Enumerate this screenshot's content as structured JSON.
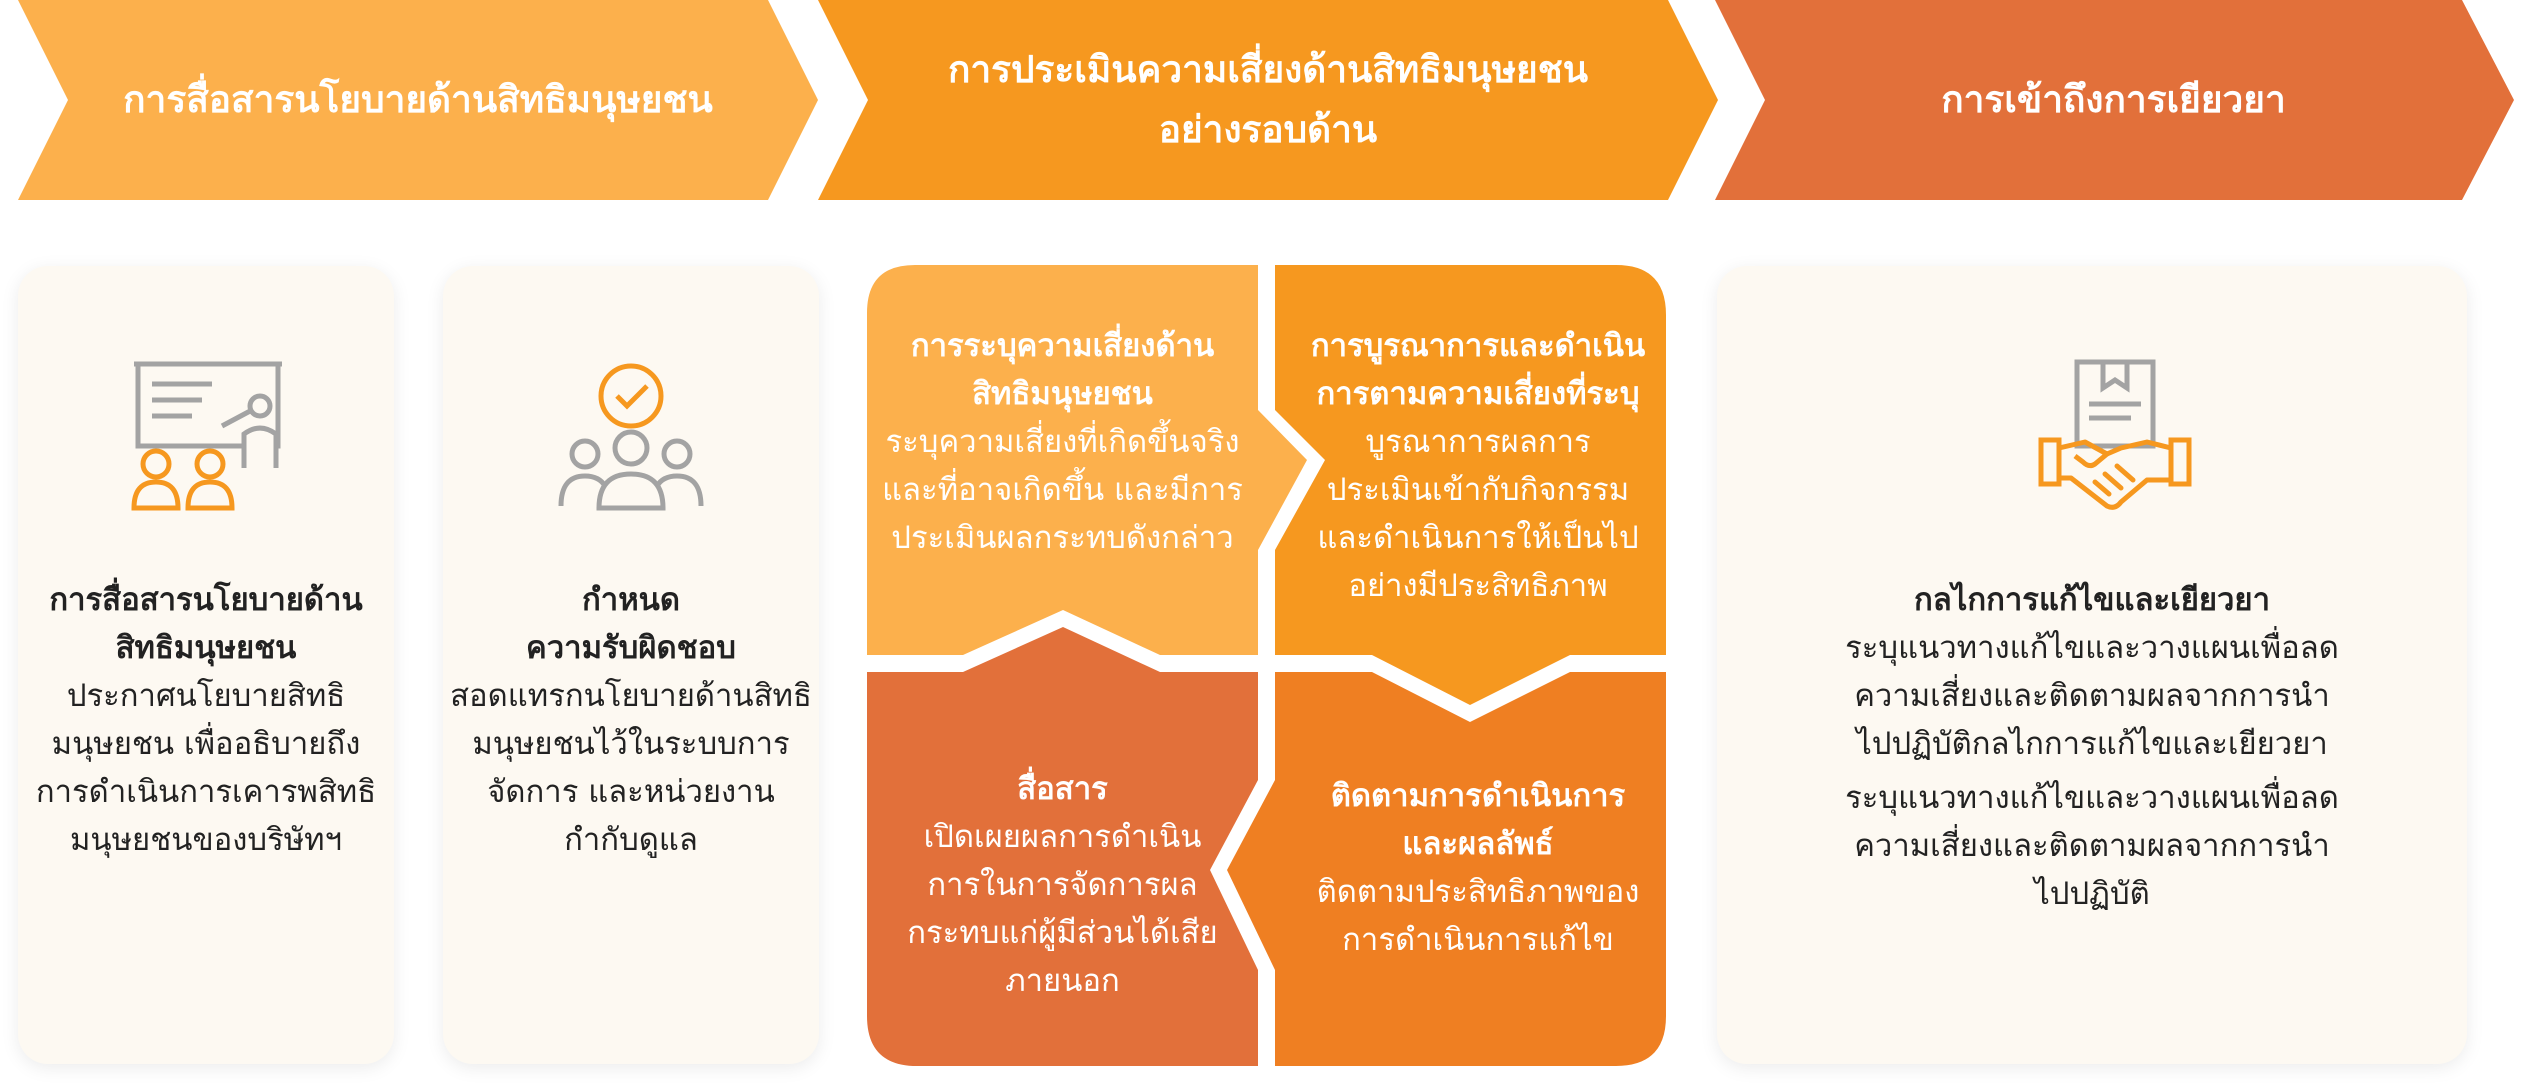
{
  "colors": {
    "light_orange": "#fcb04c",
    "mid_orange": "#f6981f",
    "deep_orange": "#e2703a",
    "bright_orange": "#ef7f22",
    "card_bg": "#fdf9f2",
    "icon_gray": "#a3a3a3"
  },
  "stages": [
    {
      "line1": "การสื่อสารนโยบายด้านสิทธิมนุษยชน",
      "line2": ""
    },
    {
      "line1": "การประเมินความเสี่ยงด้านสิทธิมนุษยชน",
      "line2": "อย่างรอบด้าน"
    },
    {
      "line1": "การเข้าถึงการเยียวยา",
      "line2": ""
    }
  ],
  "cards": [
    {
      "icon": "presentation-icon",
      "title_lines": [
        "การสื่อสารนโยบายด้าน",
        "สิทธิมนุษยชน"
      ],
      "desc_lines": [
        "ประกาศนโยบายสิทธิ",
        "มนุษยชน เพื่ออธิบายถึง",
        "การดำเนินการเคารพสิทธิ",
        "มนุษยชนของบริษัทฯ"
      ]
    },
    {
      "icon": "team-check-icon",
      "title_lines": [
        "กำหนด",
        "ความรับผิดชอบ"
      ],
      "desc_lines": [
        "สอดแทรกนโยบายด้านสิทธิ",
        "มนุษยชนไว้ในระบบการ",
        "จัดการ และหน่วยงาน",
        "กำกับดูแล"
      ]
    },
    {
      "icon": "handshake-document-icon",
      "title_lines": [
        "กลไกการแก้ไขและเยียวยา"
      ],
      "desc_lines": [
        "ระบุแนวทางแก้ไขและวางแผนเพื่อลด",
        "ความเสี่ยงและติดตามผลจากการนำ",
        "ไปปฏิบัติกลไกการแก้ไขและเยียวยา"
      ],
      "desc2_lines": [
        "ระบุแนวทางแก้ไขและวางแผนเพื่อลด",
        "ความเสี่ยงและติดตามผลจากการนำ",
        "ไปปฏิบัติ"
      ]
    }
  ],
  "cycle": [
    {
      "title_lines": [
        "การระบุความเสี่ยงด้าน",
        "สิทธิมนุษยชน"
      ],
      "desc_lines": [
        "ระบุความเสี่ยงที่เกิดขึ้นจริง",
        "และที่อาจเกิดขึ้น และมีการ",
        "ประเมินผลกระทบดังกล่าว"
      ]
    },
    {
      "title_lines": [
        "การบูรณาการและดำเนิน",
        "การตามความเสี่ยงที่ระบุ"
      ],
      "desc_lines": [
        "บูรณาการผลการ",
        "ประเมินเข้ากับกิจกรรม",
        "และดำเนินการให้เป็นไป",
        "อย่างมีประสิทธิภาพ"
      ]
    },
    {
      "title_lines": [
        "ติดตามการดำเนินการ",
        "และผลลัพธ์"
      ],
      "desc_lines": [
        "ติดตามประสิทธิภาพของ",
        "การดำเนินการแก้ไข"
      ]
    },
    {
      "title_lines": [
        "สื่อสาร"
      ],
      "desc_lines": [
        "เปิดเผยผลการดำเนิน",
        "การในการจัดการผล",
        "กระทบแก่ผู้มีส่วนได้เสีย",
        "ภายนอก"
      ]
    }
  ]
}
